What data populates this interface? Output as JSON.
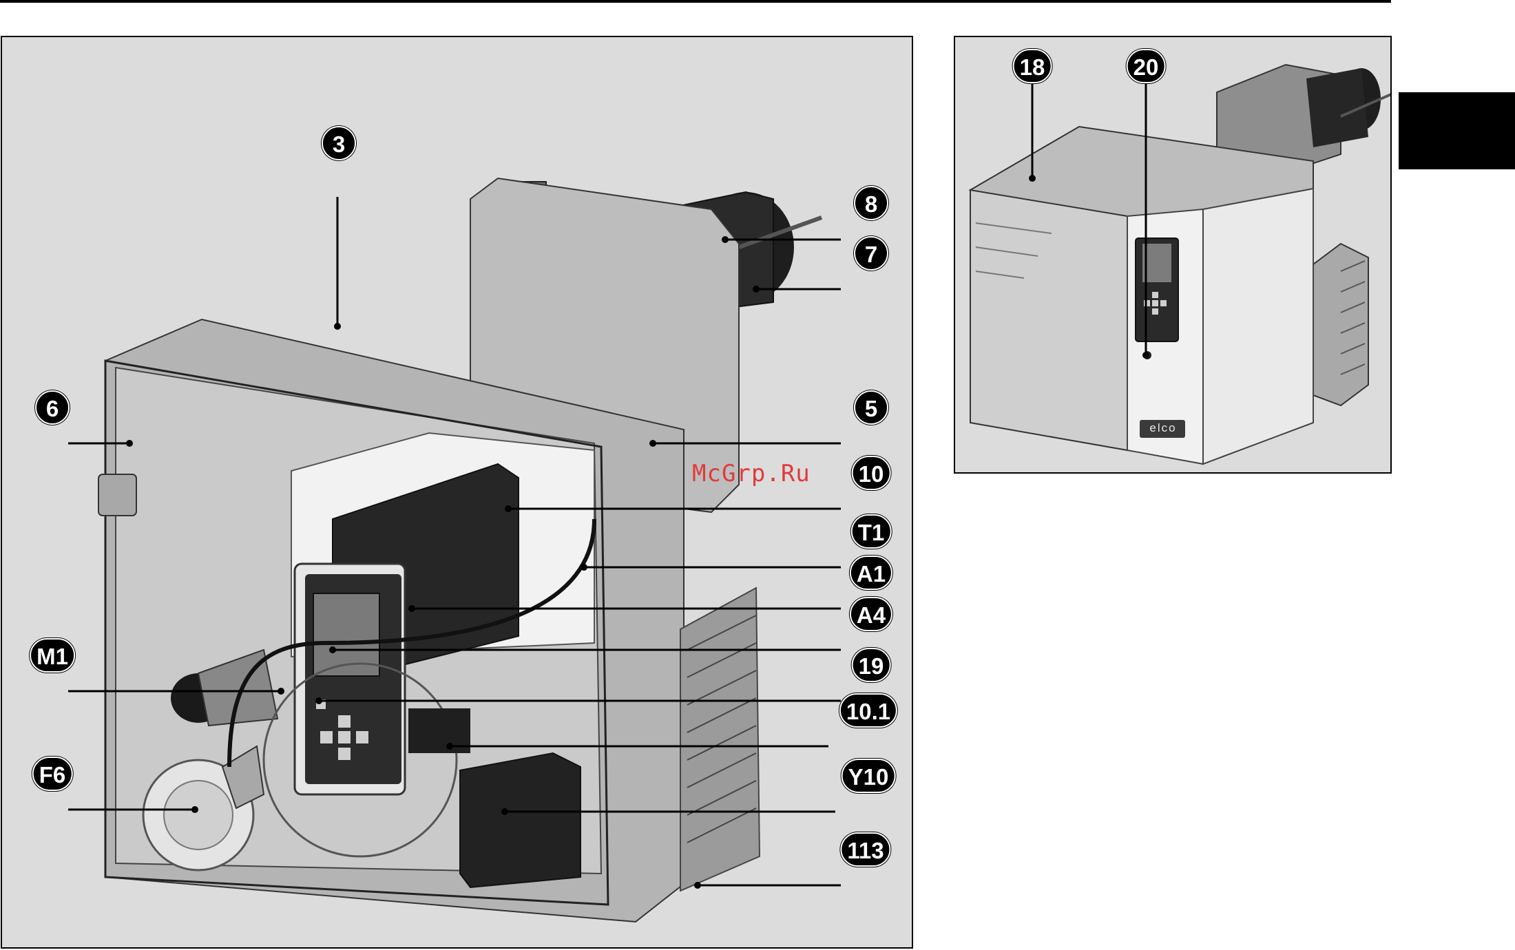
{
  "watermark": "McGrp.Ru",
  "main_panel": {
    "callouts": [
      {
        "id": "c3",
        "label": "3"
      },
      {
        "id": "c8",
        "label": "8"
      },
      {
        "id": "c7",
        "label": "7"
      },
      {
        "id": "c6",
        "label": "6"
      },
      {
        "id": "c5",
        "label": "5"
      },
      {
        "id": "c10",
        "label": "10"
      },
      {
        "id": "cT1",
        "label": "T1"
      },
      {
        "id": "cA1",
        "label": "A1"
      },
      {
        "id": "cA4",
        "label": "A4"
      },
      {
        "id": "cM1",
        "label": "M1"
      },
      {
        "id": "c19",
        "label": "19"
      },
      {
        "id": "c101",
        "label": "10.1"
      },
      {
        "id": "cF6",
        "label": "F6"
      },
      {
        "id": "cY10",
        "label": "Y10"
      },
      {
        "id": "c113",
        "label": "113"
      }
    ]
  },
  "inset_panel": {
    "callouts": [
      {
        "id": "c18",
        "label": "18"
      },
      {
        "id": "c20",
        "label": "20"
      }
    ],
    "brand_label": "elco"
  },
  "colors": {
    "background": "#dcdcdc",
    "callout": "#000000",
    "watermark": "#e23a3a"
  }
}
